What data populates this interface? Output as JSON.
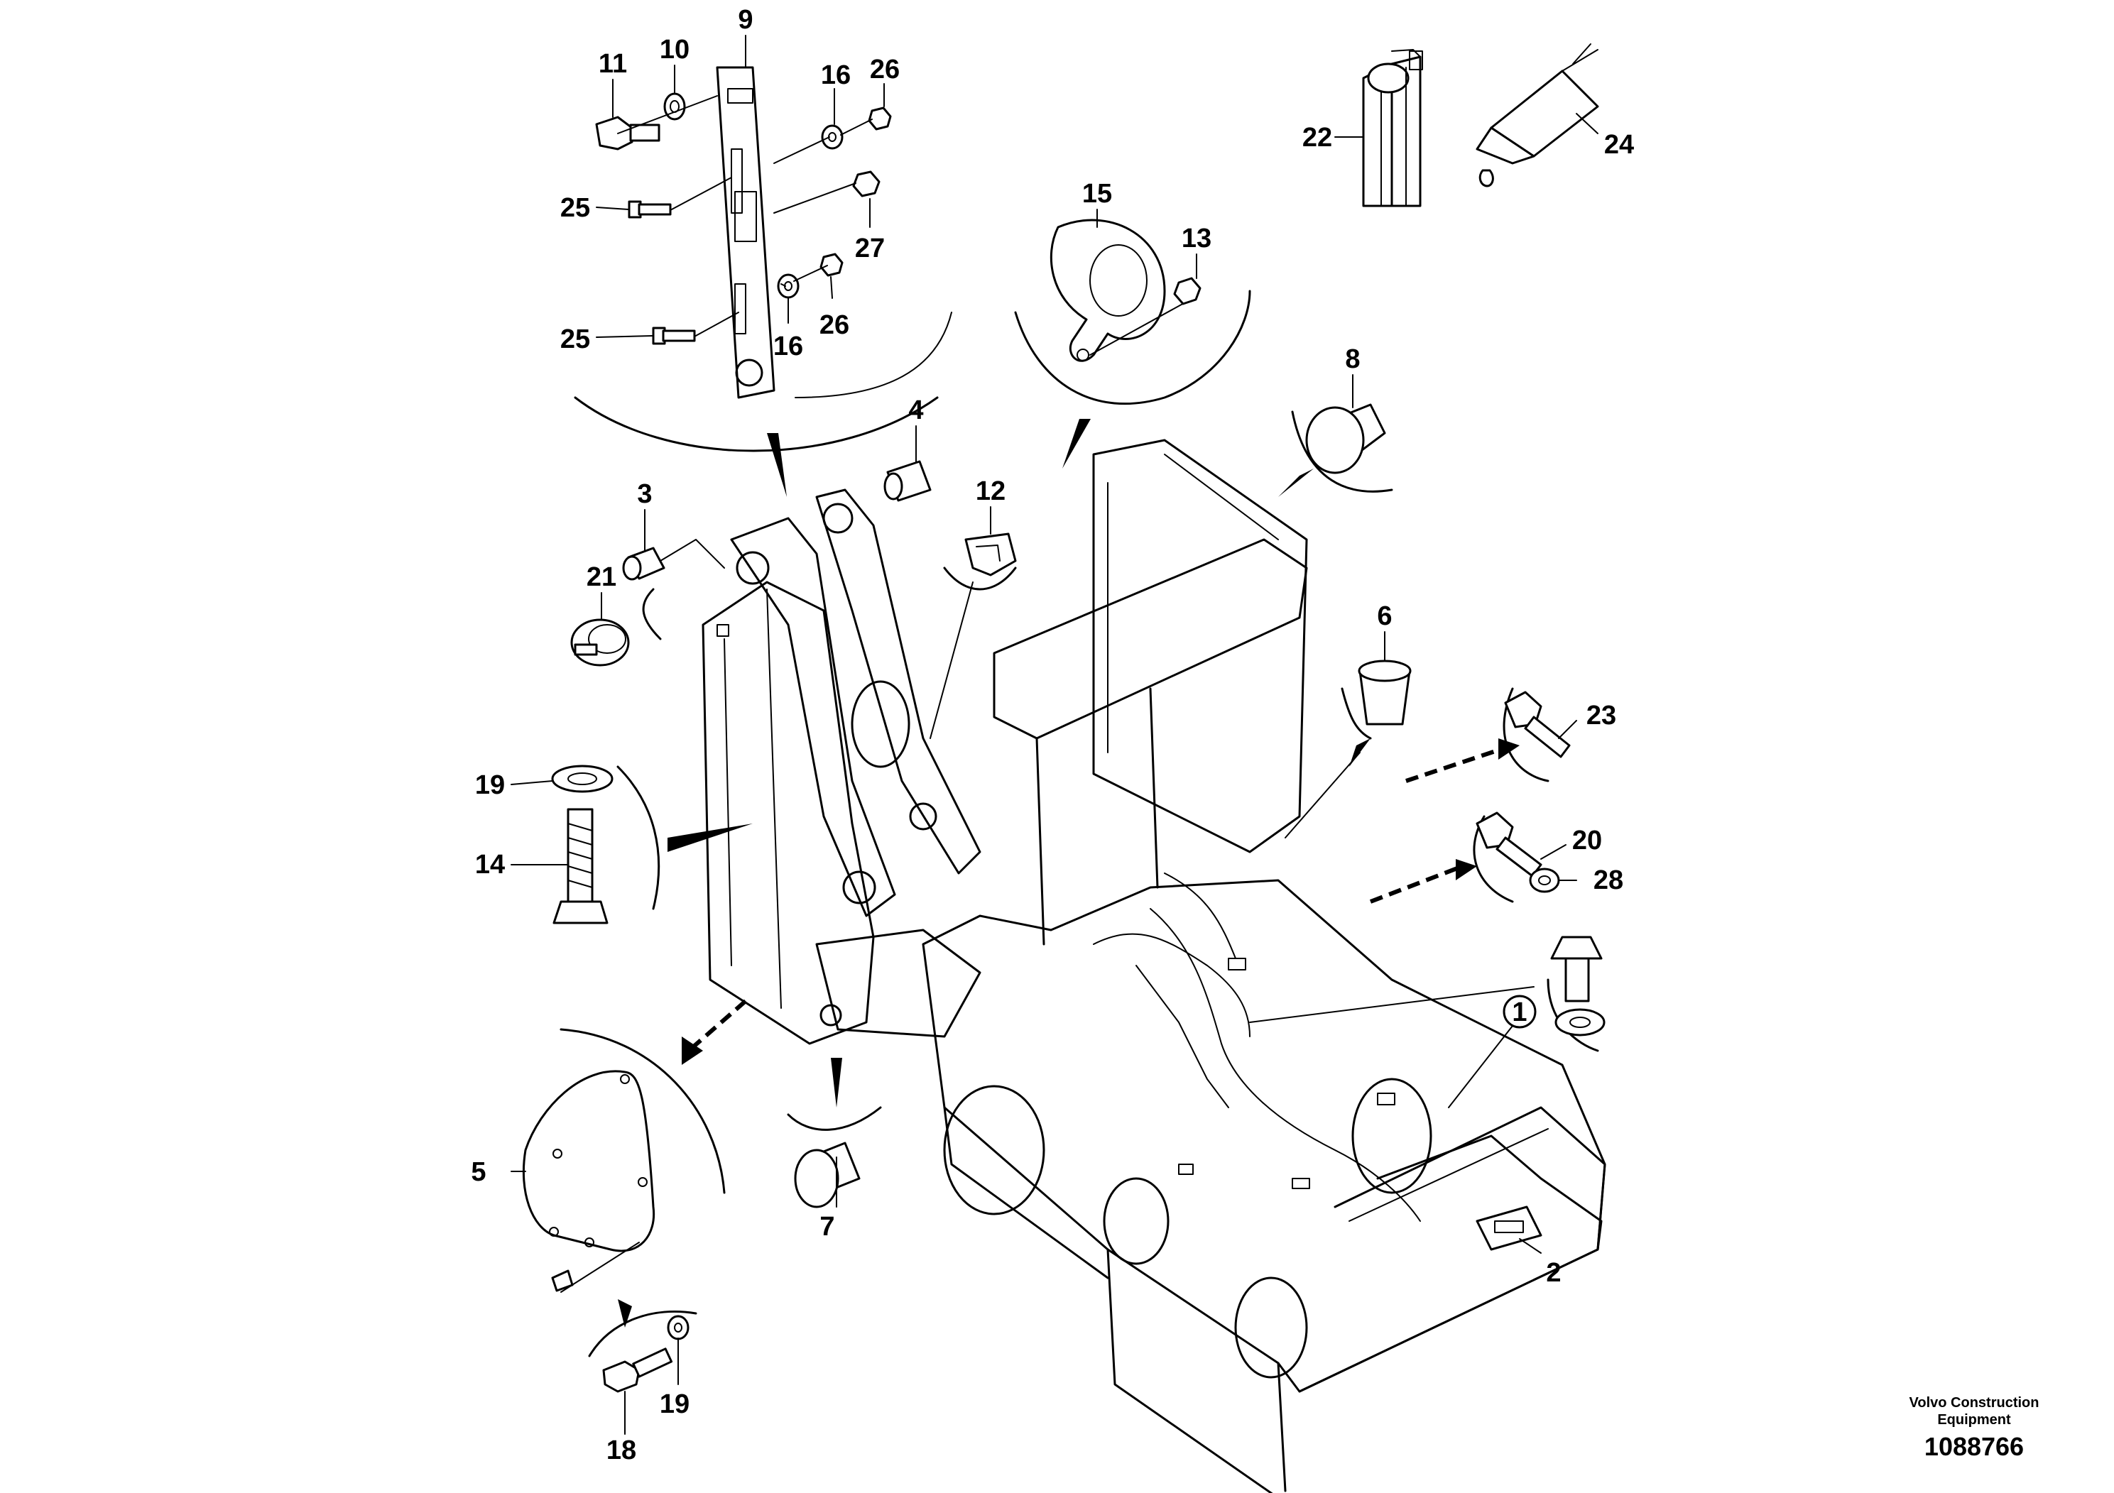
{
  "callouts": {
    "c1": "1",
    "c2": "2",
    "c3": "3",
    "c4": "4",
    "c5": "5",
    "c6": "6",
    "c7": "7",
    "c8": "8",
    "c9": "9",
    "c10": "10",
    "c11": "11",
    "c12": "12",
    "c13": "13",
    "c14": "14",
    "c15": "15",
    "c16a": "16",
    "c16b": "16",
    "c18": "18",
    "c19a": "19",
    "c19b": "19",
    "c20": "20",
    "c21": "21",
    "c22": "22",
    "c23": "23",
    "c24": "24",
    "c25a": "25",
    "c25b": "25",
    "c26a": "26",
    "c26b": "26",
    "c27": "27",
    "c28": "28"
  },
  "footer": {
    "brand_line1": "Volvo Construction",
    "brand_line2": "Equipment",
    "doc_number": "1088766"
  }
}
